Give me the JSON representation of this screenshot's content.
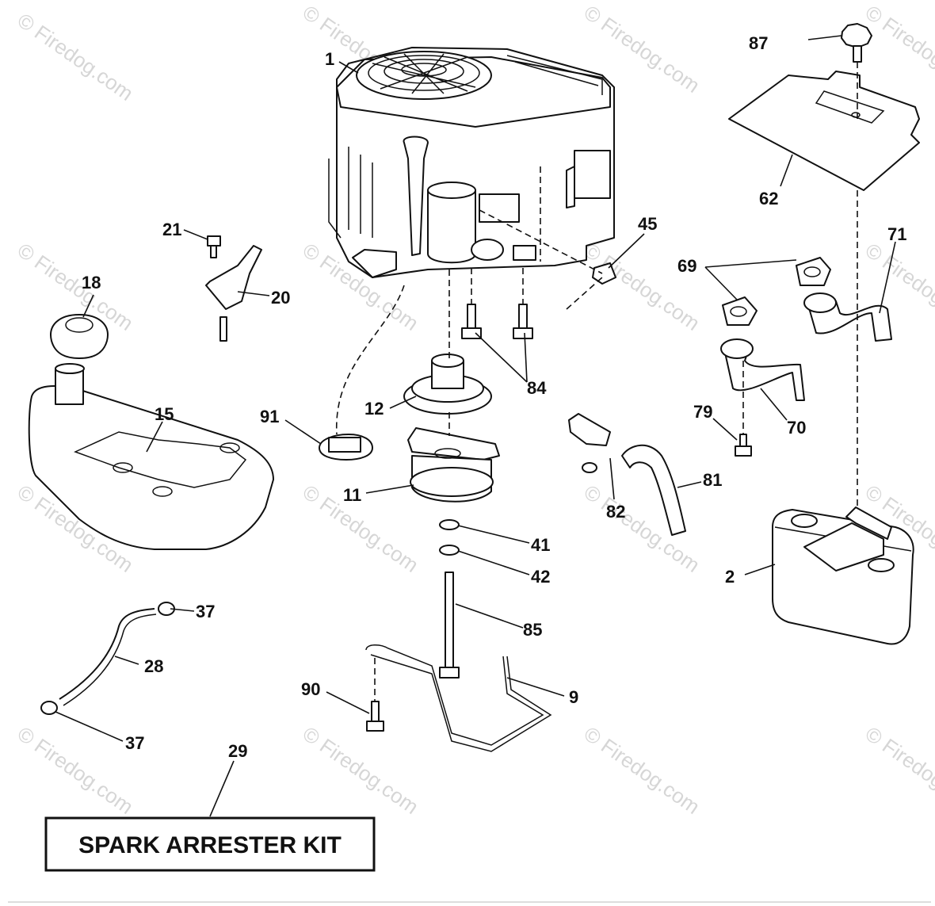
{
  "watermark": "© Firedog.com",
  "kit_box_label": "SPARK ARRESTER KIT",
  "callouts": {
    "p1": "1",
    "p2": "2",
    "p9": "9",
    "p11": "11",
    "p12": "12",
    "p15": "15",
    "p18": "18",
    "p20": "20",
    "p21": "21",
    "p28": "28",
    "p29": "29",
    "p37a": "37",
    "p37b": "37",
    "p41": "41",
    "p42": "42",
    "p45": "45",
    "p62": "62",
    "p69": "69",
    "p70": "70",
    "p71": "71",
    "p79": "79",
    "p81": "81",
    "p82": "82",
    "p84": "84",
    "p85": "85",
    "p87": "87",
    "p90": "90",
    "p91": "91"
  }
}
